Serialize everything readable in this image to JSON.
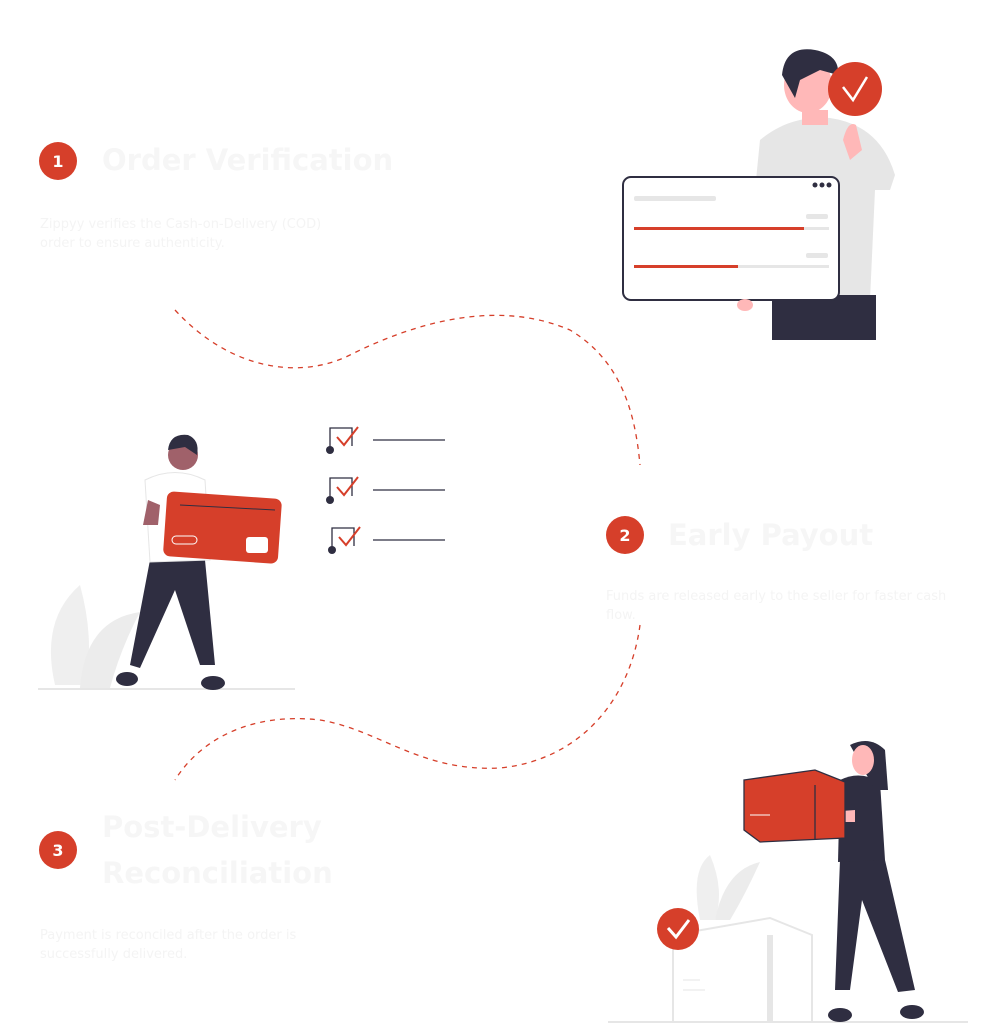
{
  "steps": [
    {
      "number": "1",
      "title": "Order Verification",
      "description": "Zippyy verifies the Cash-on-Delivery (COD) order to ensure authenticity."
    },
    {
      "number": "2",
      "title": "Early Payout",
      "description": "Funds are released early to the seller for faster cash flow."
    },
    {
      "number": "3",
      "title": "Post-Delivery Reconciliation",
      "description": "Payment is reconciled after the order is successfully delivered."
    }
  ],
  "colors": {
    "accent": "#d63f2a",
    "dark": "#2f2e41",
    "light": "#e6e6e6"
  }
}
